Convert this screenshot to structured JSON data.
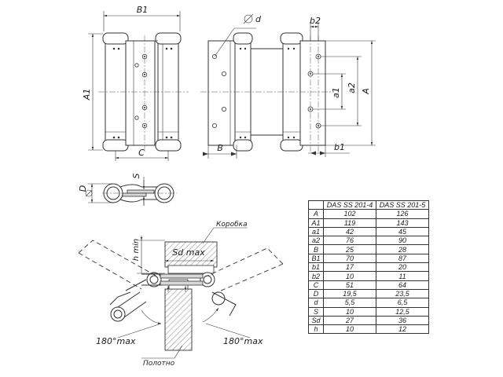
{
  "labels": {
    "B1": "B1",
    "A1": "A1",
    "C": "C",
    "d": "d",
    "b2": "b2",
    "a1": "a1",
    "a2": "a2",
    "A": "A",
    "B": "B",
    "b1": "b1",
    "S": "S",
    "D": "D",
    "h_min": "h min",
    "Sd_max": "Sd max",
    "box": "Коробка",
    "leaf": "Полотно",
    "angle_left": "180°max",
    "angle_right": "180°max"
  },
  "table": {
    "headers": [
      "",
      "DAS SS 201-4",
      "DAS SS 201-5"
    ],
    "rows": [
      [
        "A",
        "102",
        "126"
      ],
      [
        "A1",
        "119",
        "143"
      ],
      [
        "a1",
        "42",
        "45"
      ],
      [
        "a2",
        "76",
        "90"
      ],
      [
        "B",
        "25",
        "28"
      ],
      [
        "B1",
        "70",
        "87"
      ],
      [
        "b1",
        "17",
        "20"
      ],
      [
        "b2",
        "10",
        "11"
      ],
      [
        "C",
        "51",
        "64"
      ],
      [
        "D",
        "19,5",
        "23,5"
      ],
      [
        "d",
        "5,5",
        "6,5"
      ],
      [
        "S",
        "10",
        "12,5"
      ],
      [
        "Sd",
        "27",
        "36"
      ],
      [
        "h",
        "10",
        "12"
      ]
    ]
  }
}
